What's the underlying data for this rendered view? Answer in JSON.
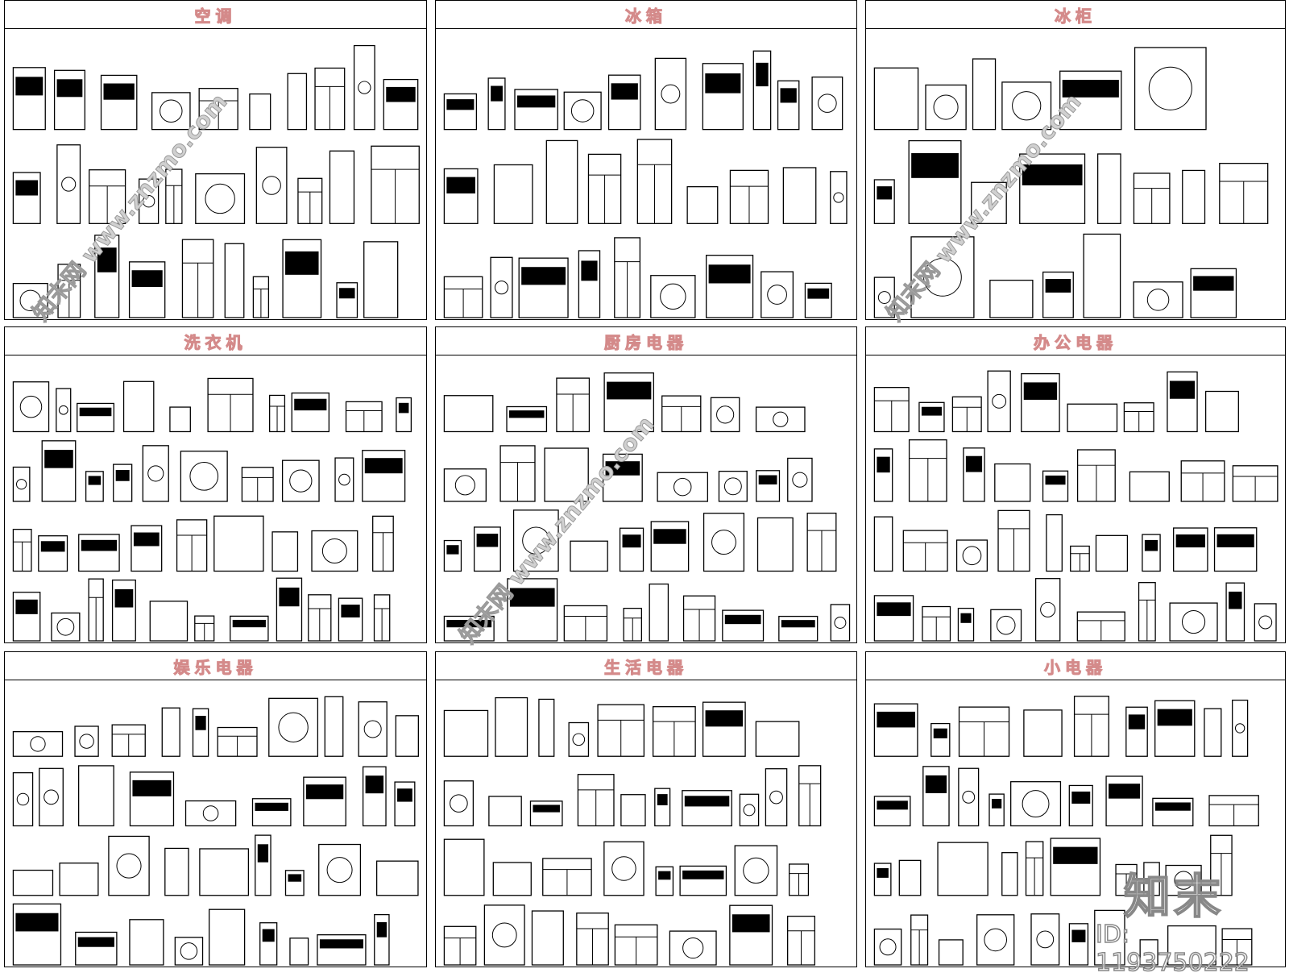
{
  "panels": [
    {
      "title": "空调"
    },
    {
      "title": "冰箱"
    },
    {
      "title": "冰柜"
    },
    {
      "title": "洗衣机"
    },
    {
      "title": "厨房电器"
    },
    {
      "title": "办公电器"
    },
    {
      "title": "娱乐电器"
    },
    {
      "title": "生活电器"
    },
    {
      "title": "小电器"
    }
  ],
  "watermark": {
    "logo": "知末",
    "id": "ID: 1193750222",
    "site": "知末网 www.znzmo.com"
  }
}
